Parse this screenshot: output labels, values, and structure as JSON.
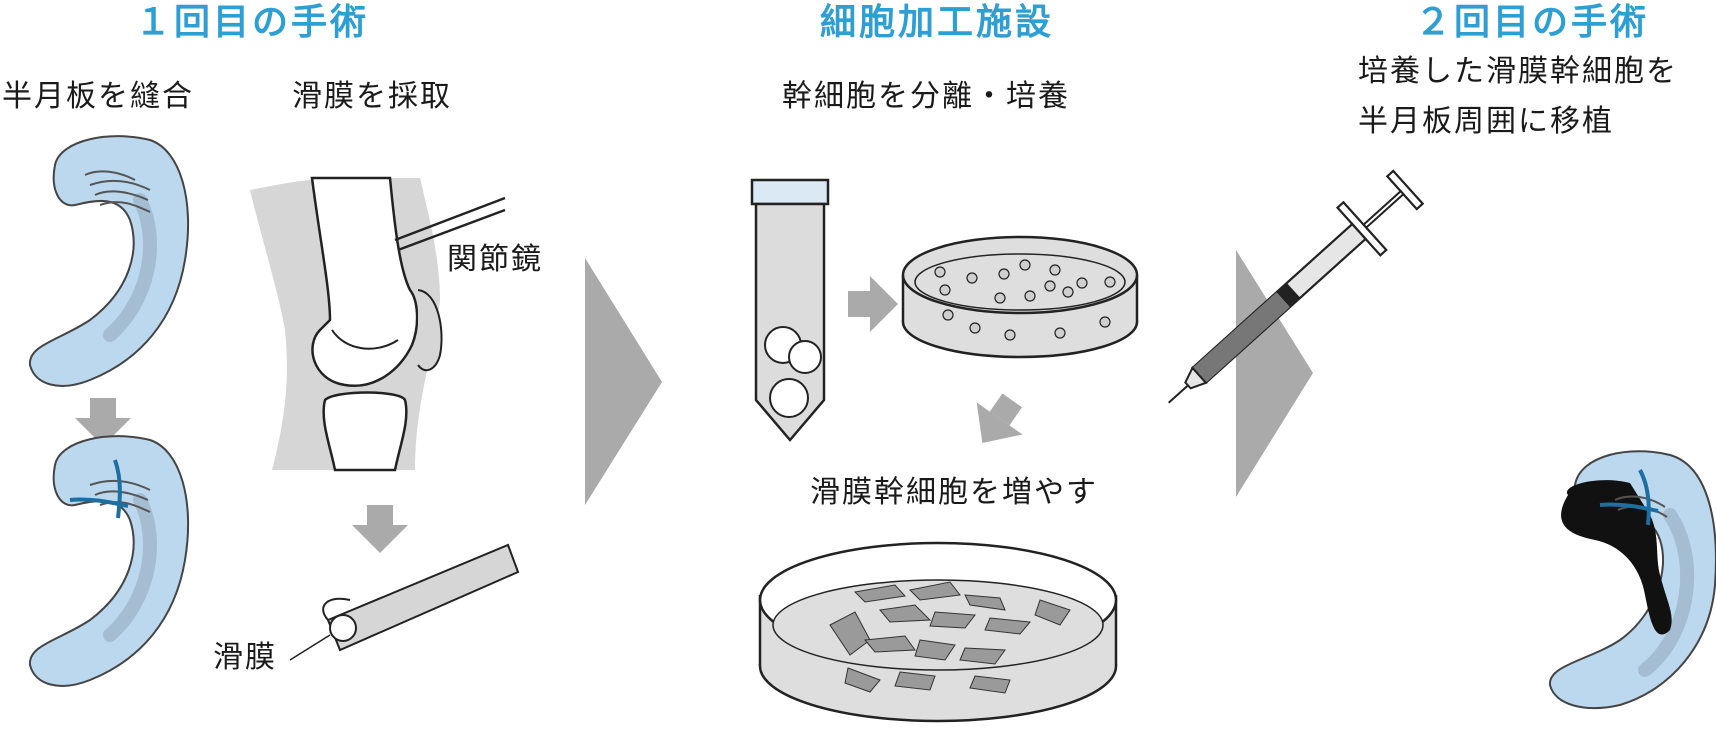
{
  "sections": {
    "first_surgery": {
      "heading": "１回目の手術",
      "step_suture": "半月板を縫合",
      "step_harvest": "滑膜を採取",
      "label_arthroscope": "関節鏡",
      "label_synovium": "滑膜"
    },
    "cell_facility": {
      "heading": "細胞加工施設",
      "step_isolate": "幹細胞を分離・培養",
      "step_expand": "滑膜幹細胞を増やす"
    },
    "second_surgery": {
      "heading": "２回目の手術",
      "step_transplant_line1": "培養した滑膜幹細胞を",
      "step_transplant_line2": "半月板周囲に移植"
    }
  },
  "colors": {
    "heading": "#2e9fd3",
    "meniscus_fill": "#bcd8ee",
    "meniscus_stroke": "#444444",
    "suture": "#1c6fa3",
    "arrow_gray": "#aaaaaa",
    "tissue_gray": "#d6d6d6",
    "dish_fill": "#dedede",
    "text": "#1a1a1a"
  },
  "icons": [
    "meniscus-icon",
    "knee-joint-icon",
    "arthroscope-icon",
    "forceps-icon",
    "test-tube-icon",
    "petri-dish-icon",
    "syringe-icon",
    "arrow-down-icon",
    "arrow-right-icon",
    "chevron-right-icon"
  ]
}
